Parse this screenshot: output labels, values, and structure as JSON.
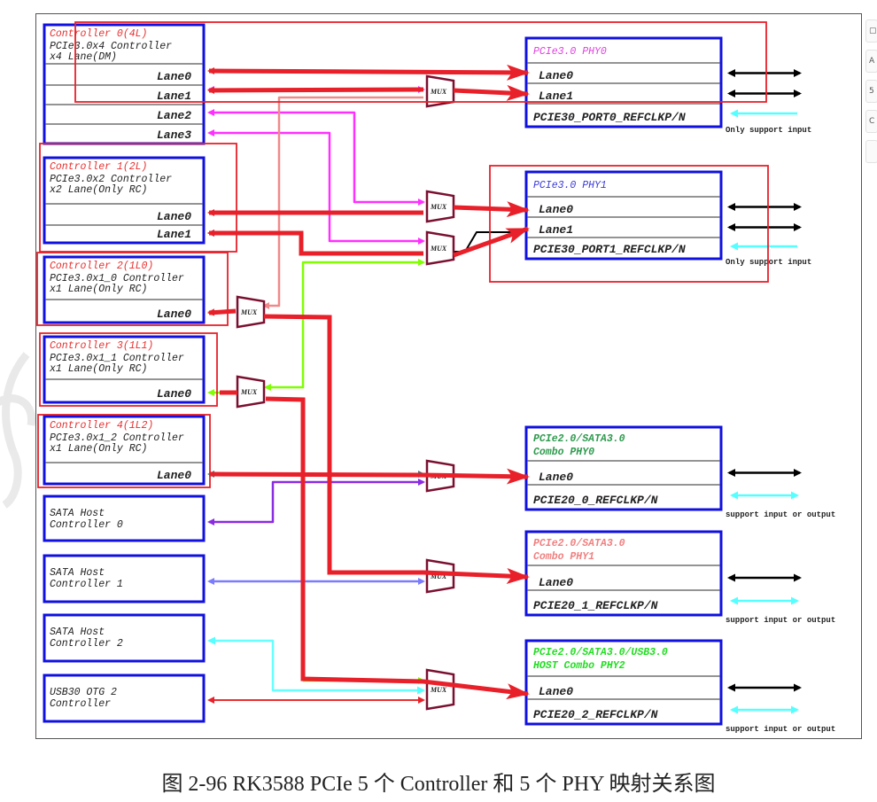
{
  "figure": {
    "caption": "图 2-96 RK3588 PCIe 5 个 Controller 和 5 个 PHY 映射关系图"
  },
  "side_panel": {
    "buttons": [
      "▢",
      "A",
      "5",
      "C",
      ""
    ]
  },
  "controllers": [
    {
      "id": "c0",
      "title": "Controller 0(4L)",
      "line1": "PCIe3.0x4 Controller",
      "line2": "x4 Lane(DM)",
      "lanes": [
        "Lane0",
        "Lane1",
        "Lane2",
        "Lane3"
      ],
      "highlighted": true
    },
    {
      "id": "c1",
      "title": "Controller 1(2L)",
      "line1": "PCIe3.0x2 Controller",
      "line2": "x2 Lane(Only RC)",
      "lanes": [
        "Lane0",
        "Lane1"
      ],
      "highlighted": true
    },
    {
      "id": "c2",
      "title": "Controller 2(1L0)",
      "line1": "PCIe3.0x1_0 Controller",
      "line2": "x1 Lane(Only RC)",
      "lanes": [
        "Lane0"
      ],
      "highlighted": true
    },
    {
      "id": "c3",
      "title": "Controller 3(1L1)",
      "line1": "PCIe3.0x1_1 Controller",
      "line2": "x1 Lane(Only RC)",
      "lanes": [
        "Lane0"
      ],
      "highlighted": true
    },
    {
      "id": "c4",
      "title": "Controller 4(1L2)",
      "line1": "PCIe3.0x1_2 Controller",
      "line2": "x1 Lane(Only RC)",
      "lanes": [
        "Lane0"
      ],
      "highlighted": true
    }
  ],
  "host_controllers": [
    {
      "id": "sata0",
      "line1": "SATA Host",
      "line2": "Controller 0"
    },
    {
      "id": "sata1",
      "line1": "SATA Host",
      "line2": "Controller 1"
    },
    {
      "id": "sata2",
      "line1": "SATA Host",
      "line2": "Controller 2"
    },
    {
      "id": "usb2",
      "line1": "USB30 OTG 2",
      "line2": "Controller"
    }
  ],
  "phys": [
    {
      "id": "phy0",
      "title1": "PCIe3.0 PHY0",
      "title2": "",
      "title_color": "#e040e0",
      "lanes": [
        "Lane0",
        "Lane1"
      ],
      "refclk": "PCIE30_PORT0_REFCLKP/N",
      "refclk_note": "Only support input",
      "highlighted": true
    },
    {
      "id": "phy1",
      "title1": "PCIe3.0 PHY1",
      "title2": "",
      "title_color": "#3a3ad8",
      "lanes": [
        "Lane0",
        "Lane1"
      ],
      "refclk": "PCIE30_PORT1_REFCLKP/N",
      "refclk_note": "Only support input",
      "highlighted": true
    },
    {
      "id": "cphy0",
      "title1": "PCIe2.0/SATA3.0",
      "title2": "Combo PHY0",
      "title_color": "#2e9a4e",
      "lanes": [
        "Lane0"
      ],
      "refclk": "PCIE20_0_REFCLKP/N",
      "refclk_note": "support input or output",
      "highlighted": false
    },
    {
      "id": "cphy1",
      "title1": "PCIe2.0/SATA3.0",
      "title2": "Combo PHY1",
      "title_color": "#f08080",
      "lanes": [
        "Lane0"
      ],
      "refclk": "PCIE20_1_REFCLKP/N",
      "refclk_note": "support input or output",
      "highlighted": false
    },
    {
      "id": "cphy2",
      "title1": "PCIe2.0/SATA3.0/USB3.0",
      "title2": "HOST Combo PHY2",
      "title_color": "#22dd22",
      "lanes": [
        "Lane0"
      ],
      "refclk": "PCIE20_2_REFCLKP/N",
      "refclk_note": "support input or output",
      "highlighted": false
    }
  ],
  "mux_label": "MUX",
  "colors": {
    "box_border": "#1010e0",
    "highlight": "#e8202a",
    "controller_title": "#e83030",
    "mux_border": "#7a1030",
    "lane2_line": "#ff30ff",
    "c2_feed": "#f08a8a",
    "c3_feed": "#7fff00",
    "c4_line": "#3c7a80",
    "sata0_line": "#8a2be2",
    "sata1_line": "#7b7bff",
    "sata2_line": "#66ffff",
    "usb_line": "#e83030",
    "refclk_arrow": "#55ffff"
  }
}
